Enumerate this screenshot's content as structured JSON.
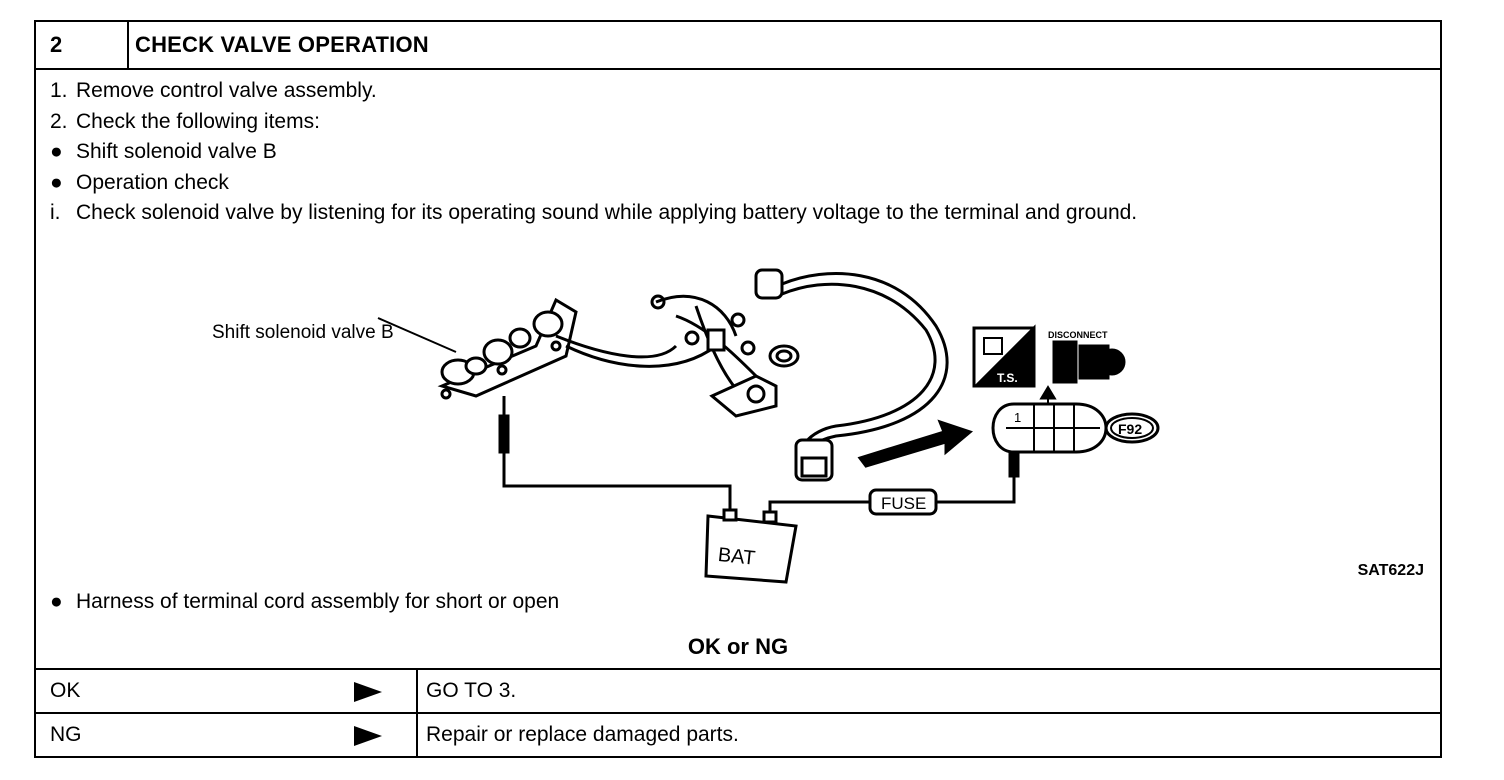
{
  "header": {
    "step_number": "2",
    "title": "CHECK VALVE OPERATION"
  },
  "instructions": [
    {
      "marker": "1.",
      "text": "Remove control valve assembly."
    },
    {
      "marker": "2.",
      "text": "Check the following items:"
    },
    {
      "marker": "●",
      "text": "Shift solenoid valve B"
    },
    {
      "marker": "●",
      "text": "Operation check"
    },
    {
      "marker": "i.",
      "text": "Check solenoid valve by listening for its operating sound while applying battery voltage to the terminal and ground."
    }
  ],
  "figure": {
    "callout": "Shift solenoid valve B",
    "ts_label": "T.S.",
    "disconnect_label": "DISCONNECT",
    "fuse_label": "FUSE",
    "battery_label": "BAT",
    "connector_code": "F92",
    "terminal_number": "1",
    "figure_code": "SAT622J"
  },
  "extra_item": {
    "marker": "●",
    "text": "Harness of terminal cord assembly for short or open"
  },
  "result_heading": "OK or NG",
  "results": [
    {
      "label": "OK",
      "action": "GO TO 3."
    },
    {
      "label": "NG",
      "action": "Repair or replace damaged parts."
    }
  ]
}
